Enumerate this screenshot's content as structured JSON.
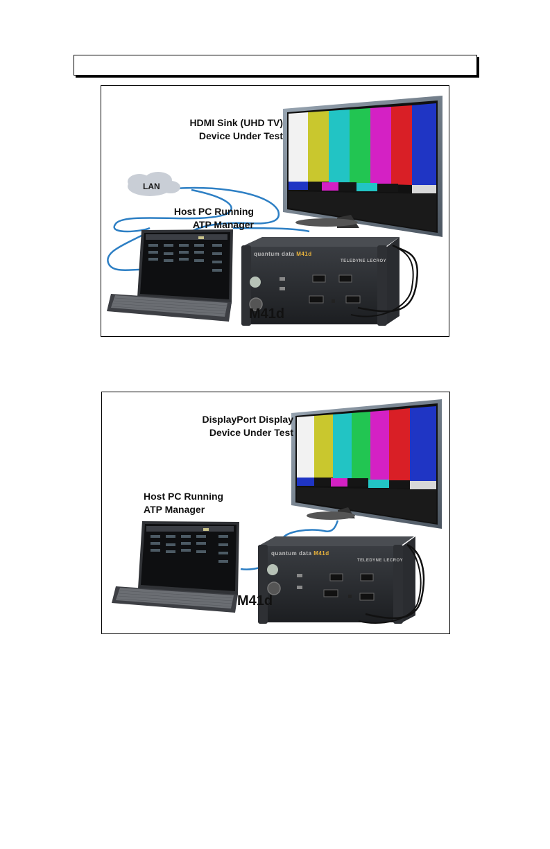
{
  "header": {
    "text": ""
  },
  "figure1": {
    "sink_label_line1": "HDMI Sink (UHD TV)",
    "sink_label_line2": "Device Under Test",
    "lan_label": "LAN",
    "host_label_line1": "Host PC Running",
    "host_label_line2": "ATP Manager",
    "device_label": "M41d",
    "brand": "TELEDYNE LECROY",
    "product_prefix": "quantum data",
    "product_model": "M41d"
  },
  "figure2": {
    "display_label_line1": "DisplayPort Display",
    "display_label_line2": "Device Under Test",
    "host_label_line1": "Host PC Running",
    "host_label_line2": "ATP Manager",
    "device_label": "M41d",
    "brand": "TELEDYNE LECROY",
    "product_prefix": "quantum data",
    "product_model": "M41d"
  },
  "colors": {
    "bar_white": "#f2f2f2",
    "bar_yellow": "#c9c72e",
    "bar_cyan": "#22c4c4",
    "bar_green": "#22c552",
    "bar_magenta": "#d421c4",
    "bar_red": "#d91f26",
    "bar_blue": "#1f35c4",
    "cable": "#2d7fc4"
  }
}
